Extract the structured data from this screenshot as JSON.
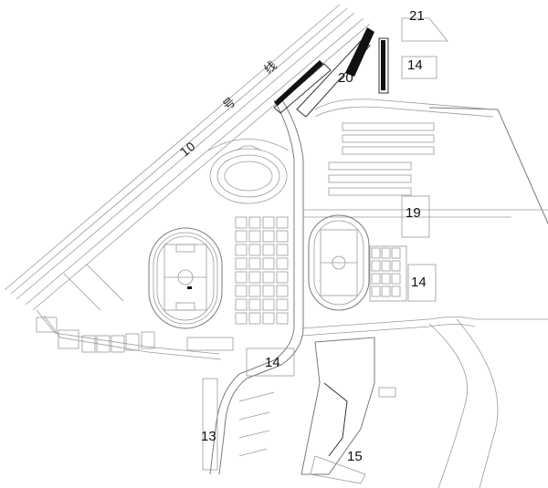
{
  "map": {
    "road_labels": [
      {
        "id": "road-10",
        "text": "10"
      },
      {
        "id": "road-hao",
        "text": "号"
      },
      {
        "id": "road-xian",
        "text": "线"
      }
    ],
    "zone_labels": [
      {
        "id": "zone-21",
        "text": "21"
      },
      {
        "id": "zone-20",
        "text": "20"
      },
      {
        "id": "zone-14-ne",
        "text": "14"
      },
      {
        "id": "zone-19",
        "text": "19"
      },
      {
        "id": "zone-14-e",
        "text": "14"
      },
      {
        "id": "zone-14-s",
        "text": "14"
      },
      {
        "id": "zone-13",
        "text": "13"
      },
      {
        "id": "zone-15",
        "text": "15"
      }
    ]
  }
}
